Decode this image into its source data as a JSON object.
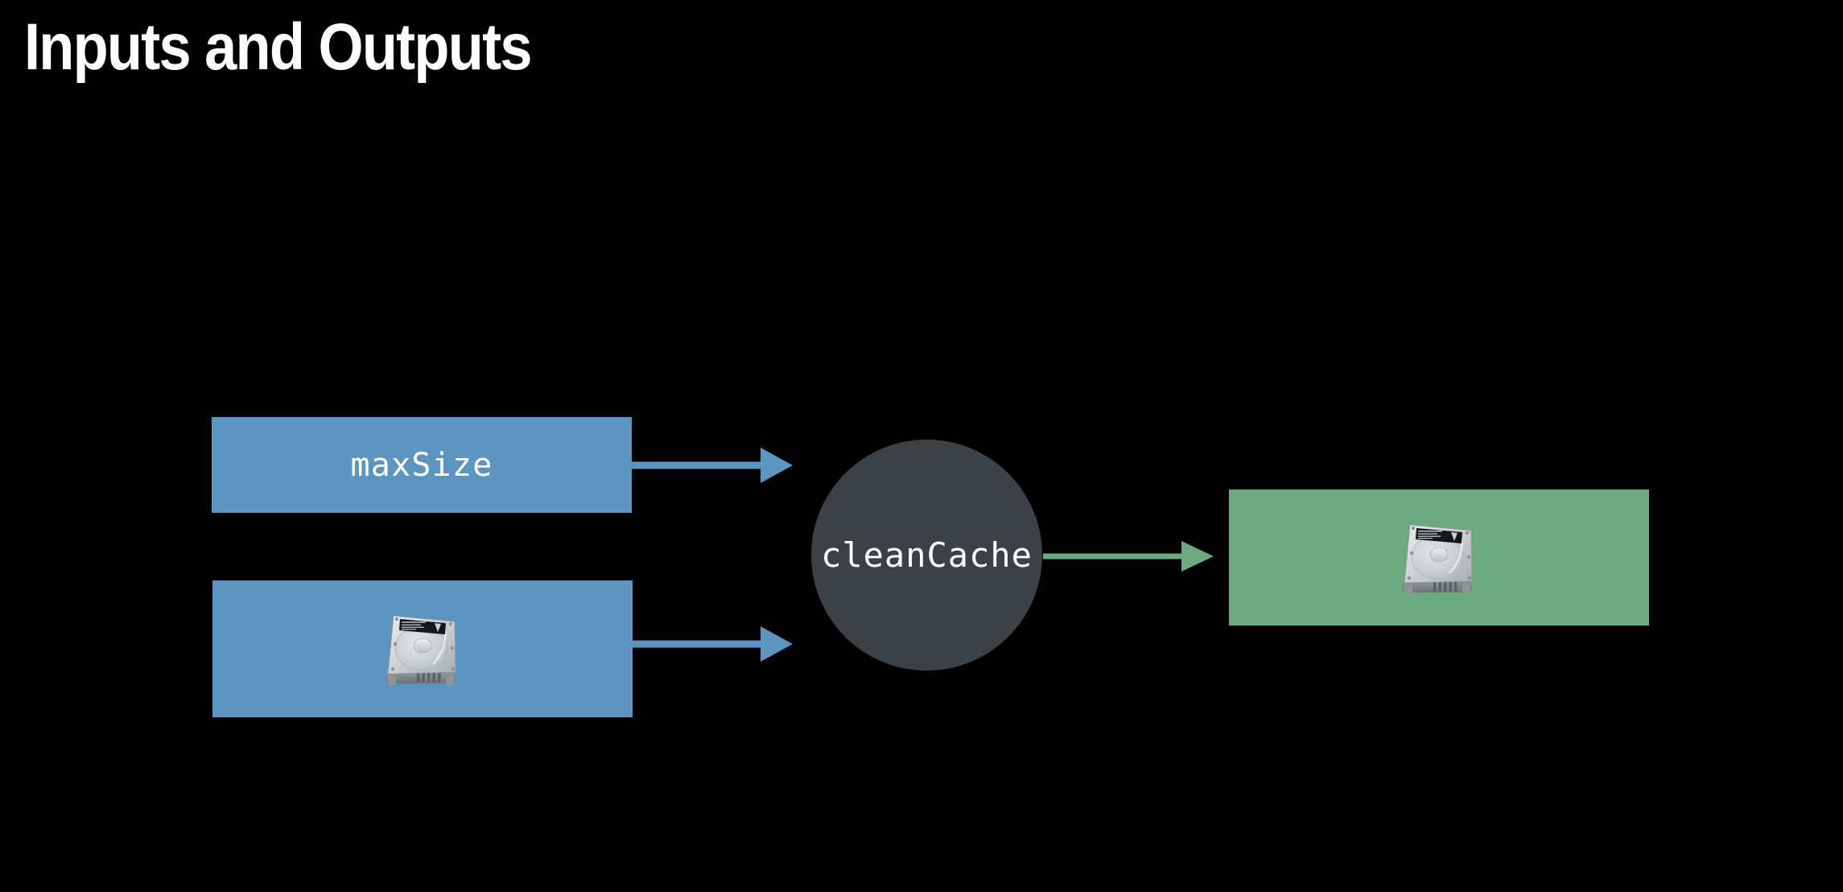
{
  "slide": {
    "title": "Inputs and Outputs",
    "background_color": "#000000",
    "title_color": "#ffffff"
  },
  "colors": {
    "input_blue": "#5b95c0",
    "output_green": "#6baa80",
    "process_dark": "#3b4145",
    "text_white": "#ffffff",
    "background": "#000000"
  },
  "diagram": {
    "type": "inputs-outputs-flow",
    "inputs": [
      {
        "id": "max-size",
        "label": "maxSize",
        "kind": "text",
        "color": "#5b95c0",
        "icon": null
      },
      {
        "id": "disk-input",
        "label": "",
        "kind": "icon",
        "color": "#5b95c0",
        "icon": "hard-drive-icon"
      }
    ],
    "process": {
      "id": "clean-cache",
      "label": "cleanCache",
      "shape": "circle",
      "color": "#3b4145"
    },
    "outputs": [
      {
        "id": "disk-output",
        "label": "",
        "kind": "icon",
        "color": "#6baa80",
        "icon": "hard-drive-icon"
      }
    ],
    "connections": [
      {
        "id": "edge-maxsize-to-cleancache",
        "from": "max-size",
        "to": "clean-cache",
        "color": "#5b95c0"
      },
      {
        "id": "edge-disk-to-cleancache",
        "from": "disk-input",
        "to": "clean-cache",
        "color": "#5b95c0"
      },
      {
        "id": "edge-cleancache-to-disk",
        "from": "clean-cache",
        "to": "disk-output",
        "color": "#6baa80"
      }
    ]
  }
}
